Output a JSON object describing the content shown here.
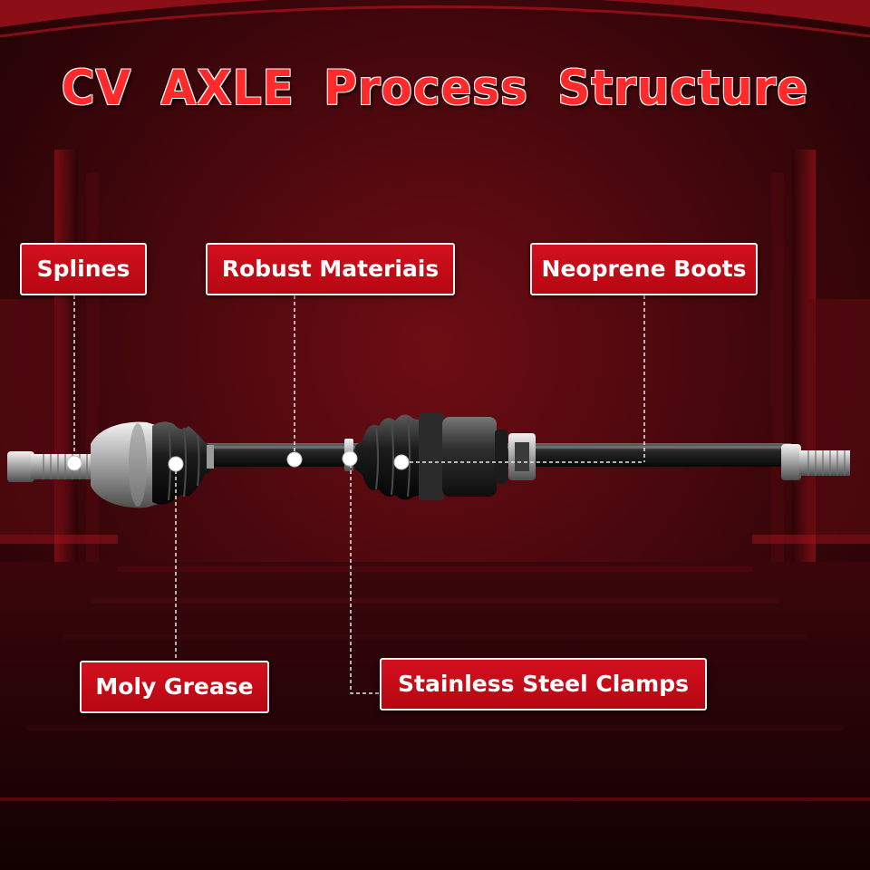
{
  "title": "CV  AXLE  Process  Structure",
  "callouts": {
    "splines": "Splines",
    "robust_materials": "Robust Materiais",
    "neoprene_boots": "Neoprene Boots",
    "moly_grease": "Moly Grease",
    "stainless_clamps": "Stainless Steel Clamps"
  },
  "colors": {
    "background_dark": "#2a0407",
    "accent_red": "#d4101e",
    "label_text": "#ffffff",
    "title_red": "#ff2a2a"
  }
}
